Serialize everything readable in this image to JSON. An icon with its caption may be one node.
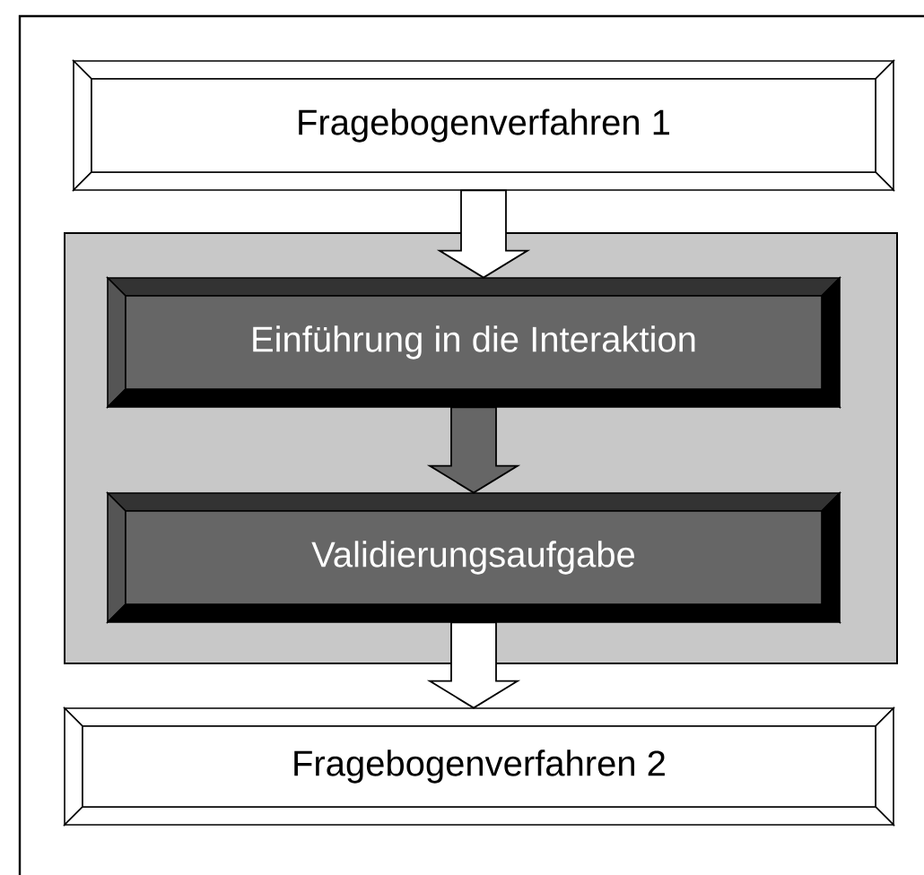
{
  "diagram": {
    "nodes": [
      {
        "text": [
          "Fragebogenverfahren 1"
        ]
      },
      {
        "text": [],
        "shape": "box"
      },
      {
        "text": [
          "Einführung in die Interaktion"
        ],
        "in": 1
      },
      {
        "text": [
          "Validierungsaufgabe"
        ],
        "in": 1
      },
      {
        "text": [
          "Fragebogenverfahren 2"
        ]
      }
    ],
    "edges": [
      {
        "from": 0,
        "to": 2,
        "arrow": "to"
      },
      {
        "from": 2,
        "to": 3,
        "arrow": "to",
        "color": "#666666"
      },
      {
        "from": 3,
        "to": 4,
        "arrow": "to"
      }
    ]
  }
}
